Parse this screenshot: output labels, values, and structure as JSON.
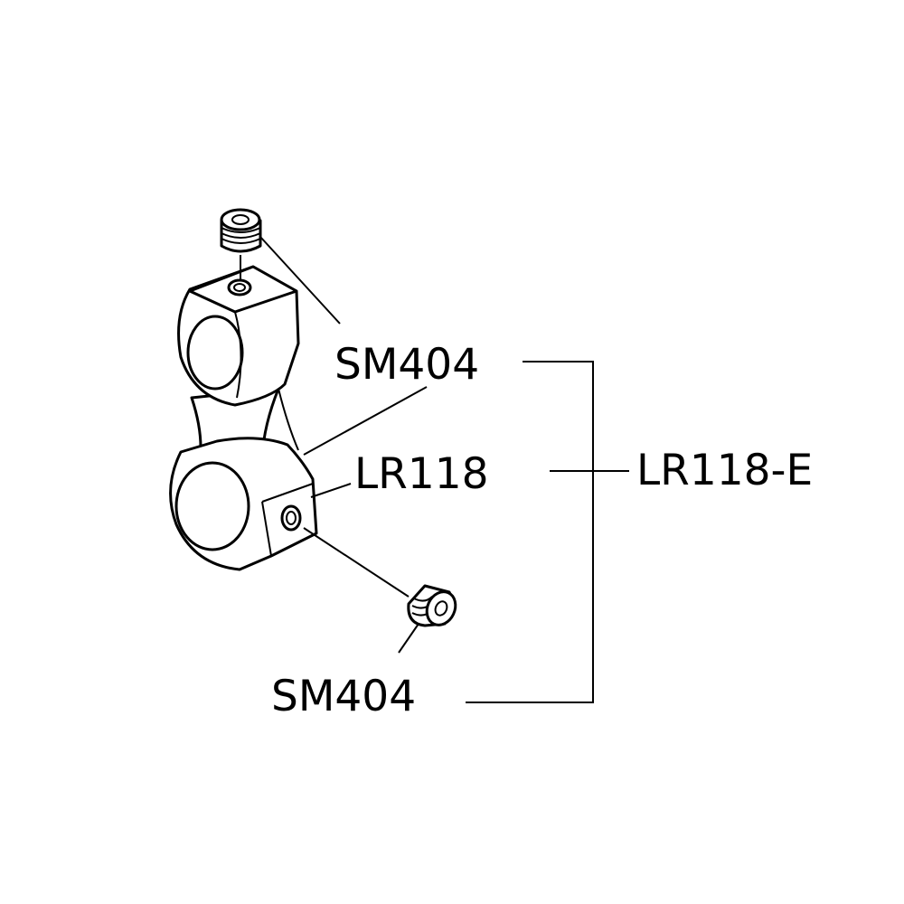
{
  "labels": {
    "top_screw": "SM404",
    "arm": "LR118",
    "assembly": "LR118-E",
    "bottom_screw": "SM404"
  },
  "colors": {
    "line": "#000000",
    "background": "#ffffff"
  }
}
